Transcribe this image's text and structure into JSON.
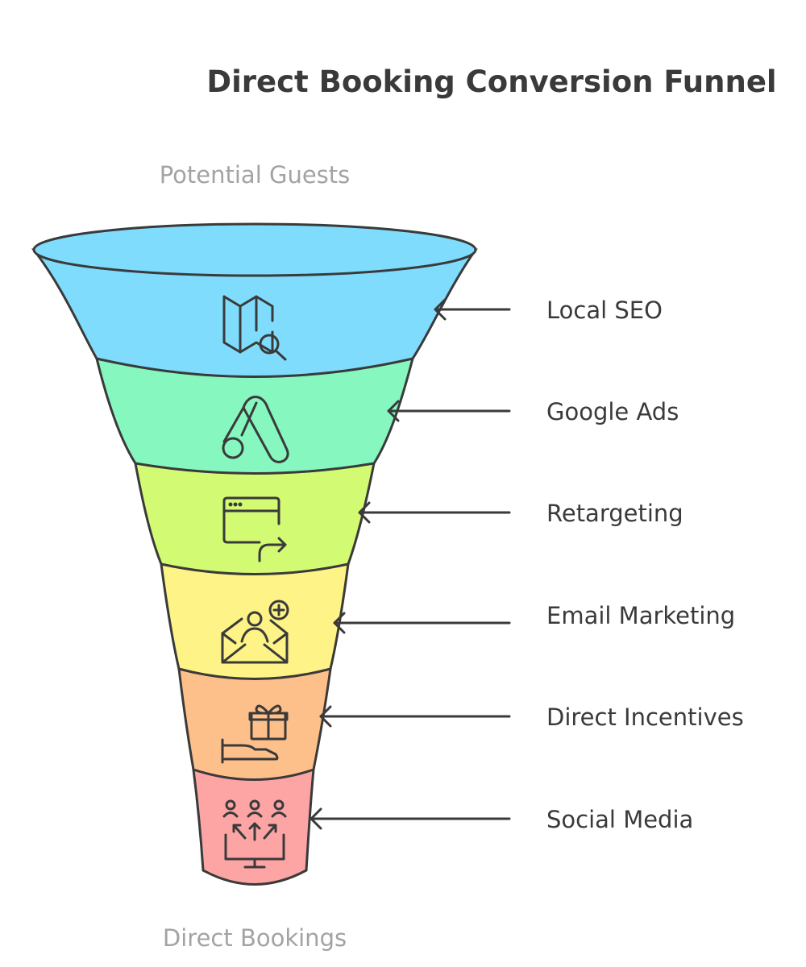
{
  "title": "Direct Booking Conversion Funnel",
  "top_label": "Potential Guests",
  "bottom_label": "Direct Bookings",
  "stages": [
    {
      "label": "Local SEO",
      "icon": "map-search-icon",
      "color": "#7fdcfd"
    },
    {
      "label": "Google Ads",
      "icon": "google-ads-icon",
      "color": "#85f7bf"
    },
    {
      "label": "Retargeting",
      "icon": "browser-redirect-icon",
      "color": "#d3fa73"
    },
    {
      "label": "Email Marketing",
      "icon": "email-add-user-icon",
      "color": "#fdf386"
    },
    {
      "label": "Direct Incentives",
      "icon": "gift-hand-icon",
      "color": "#fec08a"
    },
    {
      "label": "Social Media",
      "icon": "audience-monitor-icon",
      "color": "#fda5a5"
    }
  ]
}
